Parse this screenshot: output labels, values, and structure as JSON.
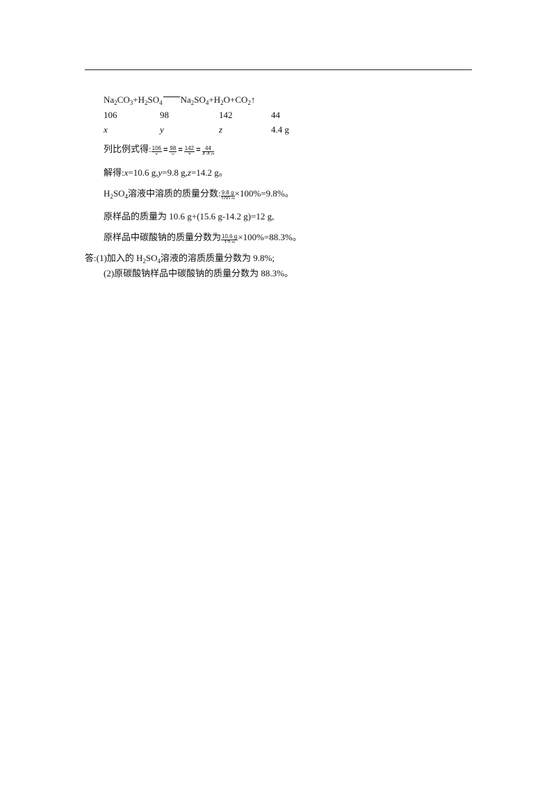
{
  "equation": {
    "na2co3_a": "Na",
    "na2co3_a_sub": "2",
    "na2co3_b": "CO",
    "na2co3_b_sub": "3",
    "plus1": "+H",
    "h2so4_sub1": "2",
    "h2so4_b": "SO",
    "h2so4_sub2": "4",
    "prod_a": "Na",
    "prod_a_sub": "2",
    "prod_b": "SO",
    "prod_b_sub": "4",
    "prod_c": "+H",
    "prod_c_sub": "2",
    "prod_d": "O+CO",
    "prod_d_sub": "2",
    "prod_arrow": "↑"
  },
  "masses": [
    "106",
    "98",
    "142",
    "44"
  ],
  "unknowns": [
    "x",
    "y",
    "z",
    "4.4 g"
  ],
  "ratio": {
    "prefix": "列比例式得:",
    "fracs": [
      {
        "num": "106",
        "den": "x"
      },
      {
        "num": "98",
        "den": "y"
      },
      {
        "num": "142",
        "den": "z"
      },
      {
        "num": "44",
        "den": "4.4 g"
      }
    ],
    "eq_sign": "="
  },
  "solve": {
    "prefix": "解得:",
    "x": "x",
    "x_val": "=10.6 g,",
    "y": "y",
    "y_val": "=9.8 g,",
    "z": "z",
    "z_val": "=14.2 g。"
  },
  "h2so4_fraction": {
    "a": "H",
    "sub1": "2",
    "b": "SO",
    "sub2": "4",
    "text": "溶液中溶质的质量分数:",
    "num": "9.8 g",
    "den": "100 g",
    "tail": "×100%=9.8%。"
  },
  "sample_mass": "原样品的质量为 10.6 g+(15.6 g-14.2 g)=12 g,",
  "na2co3_fraction": {
    "text": "原样品中碳酸钠的质量分数为",
    "num": "10.6 g",
    "den": "12 g",
    "tail": "×100%=88.3%。"
  },
  "answer": {
    "line1_a": "答:(1)加入的 H",
    "line1_sub1": "2",
    "line1_b": "SO",
    "line1_sub2": "4",
    "line1_c": "溶液的溶质质量分数为 9.8%;",
    "line2": "(2)原碳酸钠样品中碳酸钠的质量分数为 88.3%。"
  }
}
